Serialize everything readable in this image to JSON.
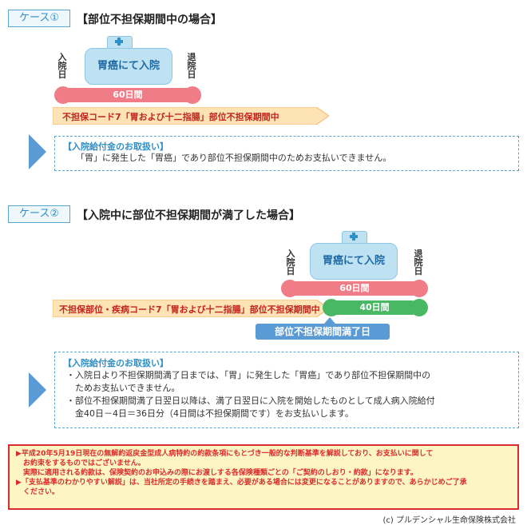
{
  "case1": {
    "tag": "ケース①",
    "title": "【部位不担保期間中の場合】",
    "admit_label": "入院日",
    "discharge_label": "退院日",
    "hospital_label": "胃癌にて入院",
    "days_label": "60日間",
    "ribbon": "不担保コード7「胃および十二指腸」部位不担保期間中",
    "box_title": "【入院給付金のお取扱い】",
    "box_text": "「胃」に発生した「胃癌」であり部位不担保期間中のためお支払いできません。"
  },
  "case2": {
    "tag": "ケース②",
    "title": "【入院中に部位不担保期間が満了した場合】",
    "admit_label": "入院日",
    "discharge_label": "退院日",
    "hospital_label": "胃癌にて入院",
    "days_label": "60日間",
    "ribbon": "不担保部位・疾病コード7「胃および十二指腸」部位不担保期間中",
    "green_label": "40日間",
    "expiry_label": "部位不担保期間満了日",
    "box_title": "【入院給付金のお取扱い】",
    "box_lines": [
      "・入院日より不担保期間満了日までは、「胃」に発生した「胃癌」であり部位不担保期間中の",
      "　ためお支払いできません。",
      "・部位不担保期間満了日翌日以降は、満了日翌日に入院を開始したものとして成人病入院給付",
      "　金40日－4日＝36日分（4日間は不担保期間です）をお支払いします。"
    ]
  },
  "notice": {
    "lines": [
      "▶平成20年5月19日現在の無解約返戻金型成人病特約の約款条項にもとづき一般的な判断基準を解説しており、お支払いに関して",
      "　お約束をするものではございません。",
      "　実際に適用される約款は、保険契約のお申込みの際にお渡しする各保険種類ごとの「ご契約のしおり・約款」になります。",
      "▶「支払基準のわかりやすい解説」は、当社所定の手続きを踏まえ、必要がある場合には変更になることがありますので、あらかじめご了承",
      "　ください。"
    ]
  },
  "copyright": "(c) プルデンシャル生命保険株式会社",
  "colors": {
    "accent_blue": "#2f8fc6",
    "pink": "#ef7c86",
    "green": "#48b865",
    "ribbon_fill": "#fde3b6",
    "notice_red": "#d92d2d",
    "notice_bg": "#fdf5c4"
  }
}
